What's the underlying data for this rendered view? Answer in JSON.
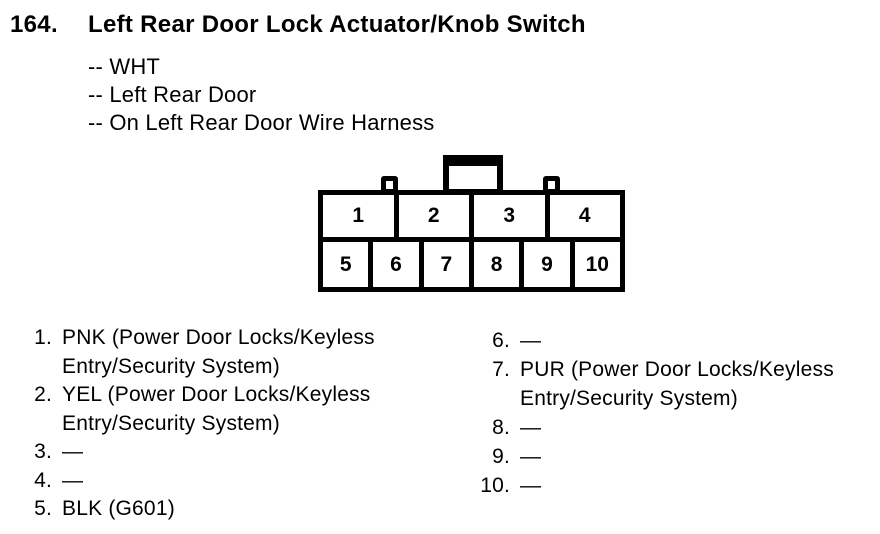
{
  "header": {
    "item_number": "164.",
    "title": "Left Rear Door Lock Actuator/Knob Switch",
    "details": [
      "-- WHT",
      "-- Left Rear Door",
      "-- On Left Rear Door Wire Harness"
    ]
  },
  "connector": {
    "top_row": [
      "1",
      "2",
      "3",
      "4"
    ],
    "bottom_row": [
      "5",
      "6",
      "7",
      "8",
      "9",
      "10"
    ]
  },
  "pins": {
    "left": [
      {
        "num": "1.",
        "desc": "PNK (Power Door Locks/Keyless\nEntry/Security System)"
      },
      {
        "num": "2.",
        "desc": "YEL (Power Door Locks/Keyless\nEntry/Security System)"
      },
      {
        "num": "3.",
        "desc": "—"
      },
      {
        "num": "4.",
        "desc": "—"
      },
      {
        "num": "5.",
        "desc": "BLK (G601)"
      }
    ],
    "right": [
      {
        "num": "6.",
        "desc": "—"
      },
      {
        "num": "7.",
        "desc": "PUR (Power Door Locks/Keyless\nEntry/Security System)"
      },
      {
        "num": "8.",
        "desc": "—"
      },
      {
        "num": "9.",
        "desc": "—"
      },
      {
        "num": "10.",
        "desc": "—"
      }
    ]
  },
  "colors": {
    "ink": "#000000",
    "paper": "#ffffff"
  }
}
